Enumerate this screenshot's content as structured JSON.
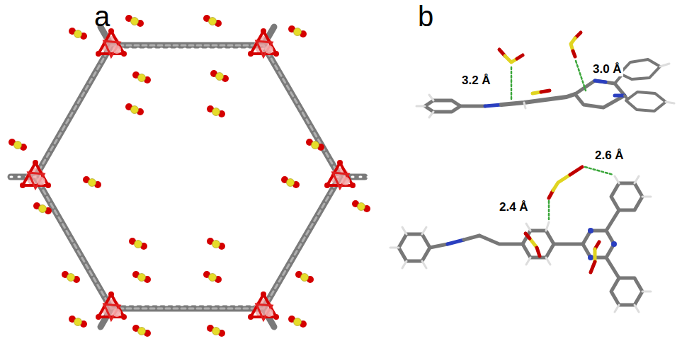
{
  "diagram": {
    "labels": [
      "a",
      "b",
      "3.2 Å",
      "3.0 Å",
      "2.6 Å",
      "2.4 Å"
    ]
  }
}
